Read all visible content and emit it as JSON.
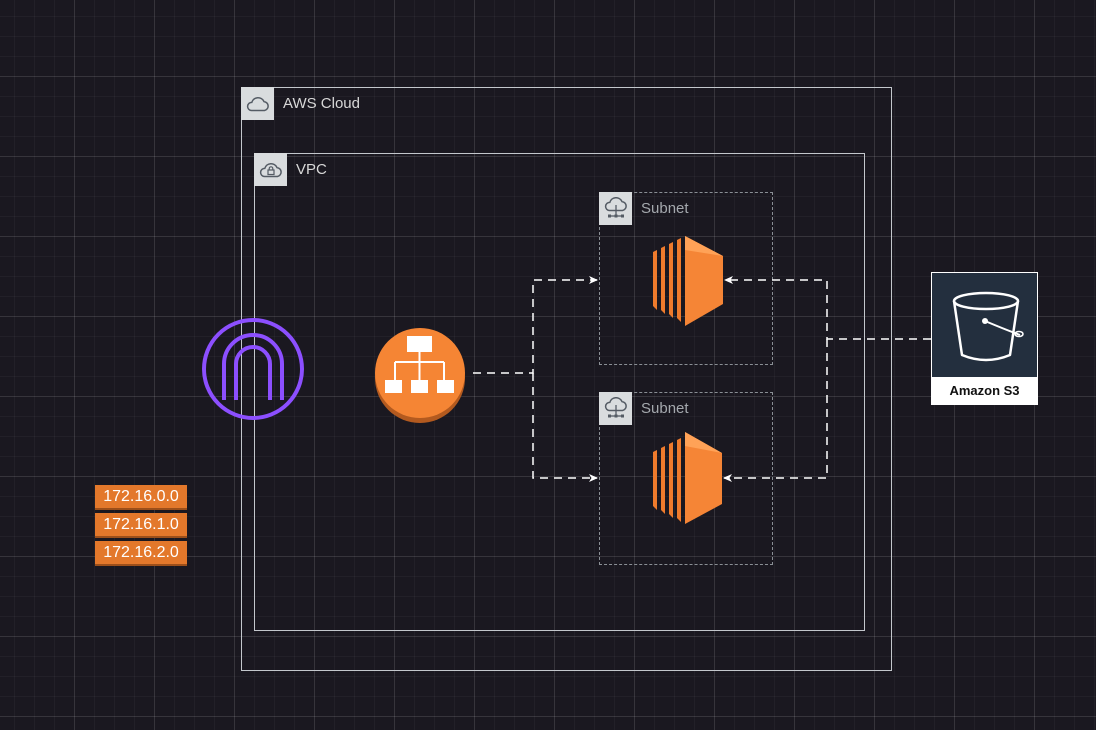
{
  "groups": {
    "aws_cloud": {
      "label": "AWS Cloud"
    },
    "vpc": {
      "label": "VPC"
    },
    "subnets": [
      {
        "label": "Subnet"
      },
      {
        "label": "Subnet"
      }
    ]
  },
  "services": {
    "s3": {
      "label": "Amazon S3"
    }
  },
  "ip_ranges": [
    "172.16.0.0",
    "172.16.1.0",
    "172.16.2.0"
  ],
  "colors": {
    "background": "#1a1820",
    "ec2_orange": "#f58536",
    "elb_orange": "#f58534",
    "gateway_purple": "#8c4fff",
    "ip_tag": "#e3782b",
    "s3_dark": "#232f3e"
  },
  "icons": {
    "aws_cloud": "cloud-icon",
    "vpc": "cloud-lock-icon",
    "subnet": "cloud-network-icon",
    "gateway": "internet-gateway-icon",
    "load_balancer": "elastic-load-balancer-icon",
    "ec2": "ec2-instance-icon",
    "s3": "s3-bucket-icon"
  }
}
